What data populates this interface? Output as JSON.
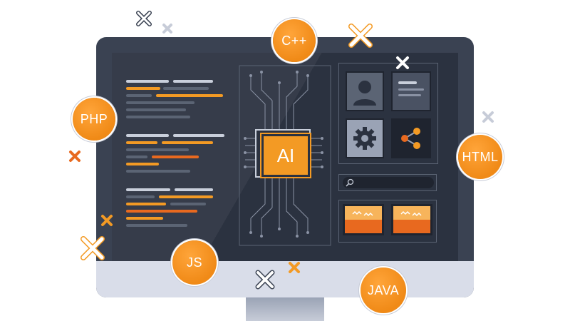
{
  "chip": {
    "label": "AI"
  },
  "badges": {
    "cpp": "C++",
    "php": "PHP",
    "html": "HTML",
    "js": "JS",
    "java": "JAVA"
  },
  "colors": {
    "accent": "#f39a24",
    "accent_dark": "#e8691f",
    "screen": "#2b3240",
    "bezel": "#3a4252",
    "chin": "#d9dde9",
    "code_gray": "#5b6474",
    "code_light": "#c9cfdb"
  },
  "icons": [
    "user-icon",
    "gear-icon",
    "share-icon",
    "search-icon",
    "image-icon",
    "close-icon"
  ]
}
